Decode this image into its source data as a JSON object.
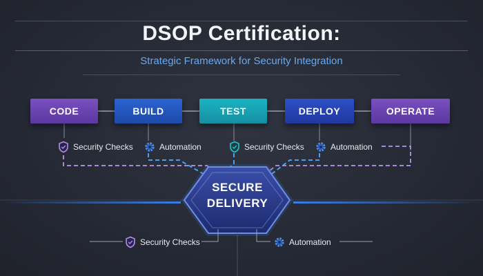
{
  "header": {
    "title": "DSOP Certification:",
    "subtitle": "Strategic Framework for Security Integration"
  },
  "pipeline": {
    "stages": [
      {
        "label": "CODE"
      },
      {
        "label": "BUILD"
      },
      {
        "label": "TEST"
      },
      {
        "label": "DEPLOY"
      },
      {
        "label": "OPERATE"
      }
    ],
    "captions": [
      {
        "label": "Security Checks",
        "icon": "shield-icon"
      },
      {
        "label": "Automation",
        "icon": "gear-icon"
      },
      {
        "label": "Security Checks",
        "icon": "shield-icon"
      },
      {
        "label": "Automation",
        "icon": "gear-icon"
      }
    ]
  },
  "center": {
    "line1": "SECURE",
    "line2": "DELIVERY"
  },
  "bottom": {
    "security_label": "Security Checks",
    "automation_label": "Automation"
  },
  "colors": {
    "background": "#262a35",
    "purple": "#6a44b0",
    "blue": "#2558c4",
    "teal": "#18a4b4",
    "accent_line": "#3b7ee8",
    "dashed_blue": "#4aa0ee",
    "dashed_purple": "#a58ad8"
  }
}
